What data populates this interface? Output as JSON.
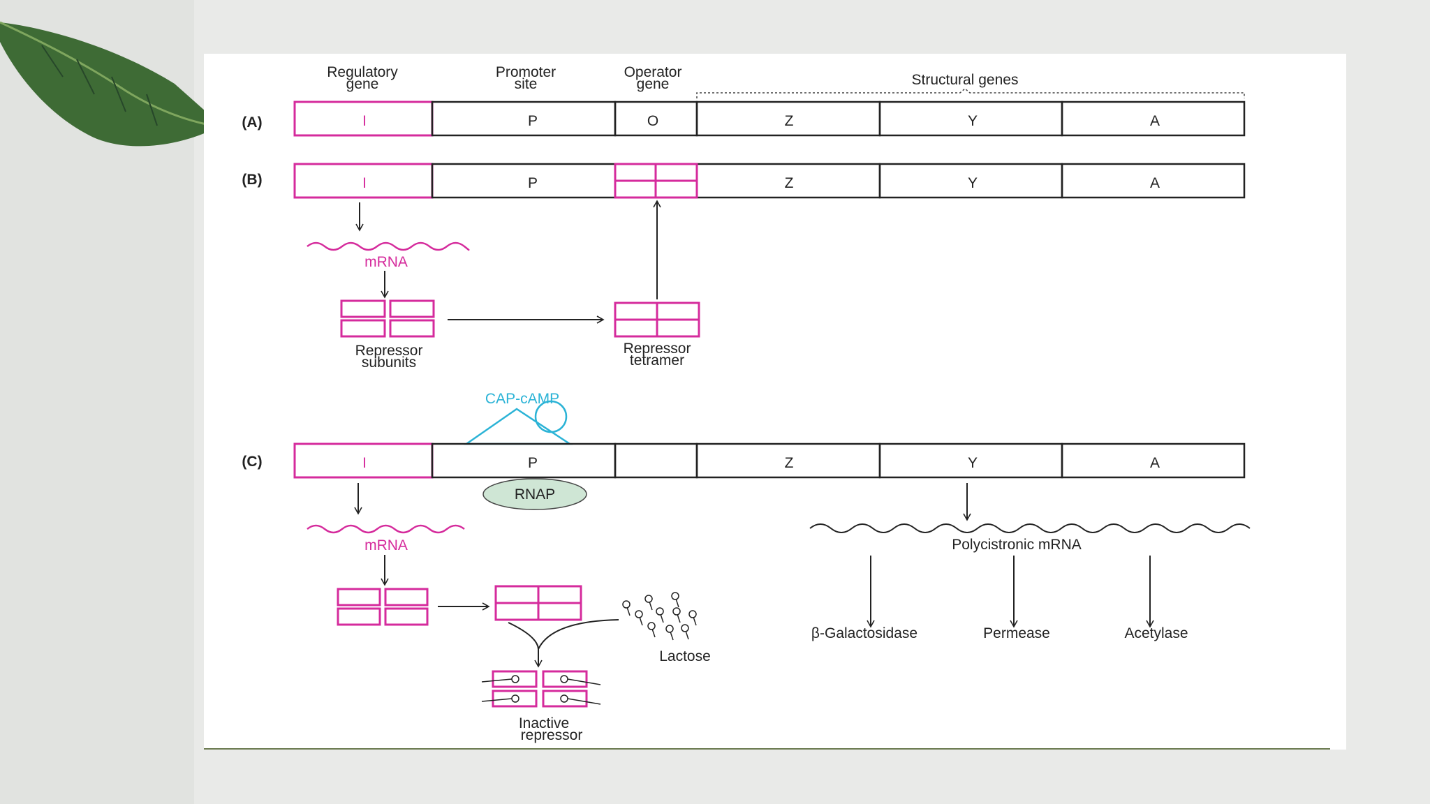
{
  "headers": {
    "regulatory_line1": "Regulatory",
    "regulatory_line2": "gene",
    "promoter_line1": "Promoter",
    "promoter_line2": "site",
    "operator_line1": "Operator",
    "operator_line2": "gene",
    "structural": "Structural genes"
  },
  "row_labels": {
    "a": "(A)",
    "b": "(B)",
    "c": "(C)"
  },
  "genes": {
    "i": "I",
    "p": "P",
    "o": "O",
    "z": "Z",
    "y": "Y",
    "a": "A"
  },
  "panel_b": {
    "mrna": "mRNA",
    "subunits_line1": "Repressor",
    "subunits_line2": "subunits",
    "tetramer_line1": "Repressor",
    "tetramer_line2": "tetramer"
  },
  "panel_c": {
    "cap": "CAP-cAMP",
    "rnap": "RNAP",
    "mrna": "mRNA",
    "lactose": "Lactose",
    "inactive_line1": "Inactive",
    "inactive_line2": "repressor",
    "polycistronic": "Polycistronic mRNA",
    "enzymes": [
      "β-Galactosidase",
      "Permease",
      "Acetylase"
    ]
  },
  "colors": {
    "repressor": "#d52b9c",
    "cap": "#2bb3d6",
    "rnap_fill": "#cfe6d5",
    "text": "#222222"
  }
}
